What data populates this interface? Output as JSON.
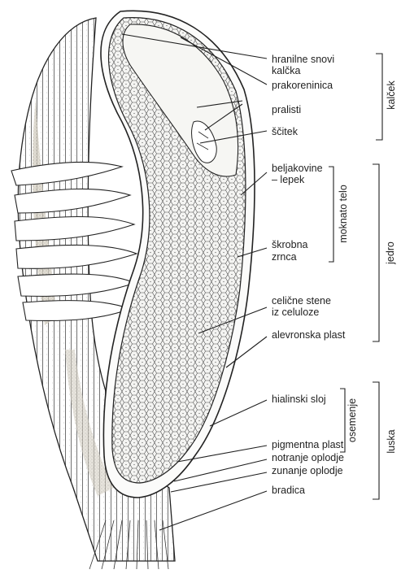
{
  "labels": {
    "hranilne_snovi": "hranilne snovi",
    "kalcka": "kalčka",
    "prakoreninica": "prakoreninica",
    "pralisti": "pralisti",
    "scitek": "ščitek",
    "beljakovine": "beljakovine",
    "lepek": "– lepek",
    "skrobna": "škrobna",
    "zrnca": "zrnca",
    "celicne_stene": "celične stene",
    "iz_celuloze": "iz celuloze",
    "alevronska_plast": "alevronska plast",
    "hialinski_sloj": "hialinski sloj",
    "pigmentna_plast": "pigmentna plast",
    "notranje_oplodje": "notranje oplodje",
    "zunanje_oplodje": "zunanje oplodje",
    "bradica": "bradica"
  },
  "groups": {
    "kalcek": "kalček",
    "moknato_telo": "moknato telo",
    "jedro": "jedro",
    "osemenje": "osemenje",
    "luska": "luska"
  },
  "colors": {
    "ink": "#1f1f1f",
    "paper": "#ffffff",
    "endosperm": "#f4f4f2",
    "husk_shade": "#c9c4b8"
  }
}
